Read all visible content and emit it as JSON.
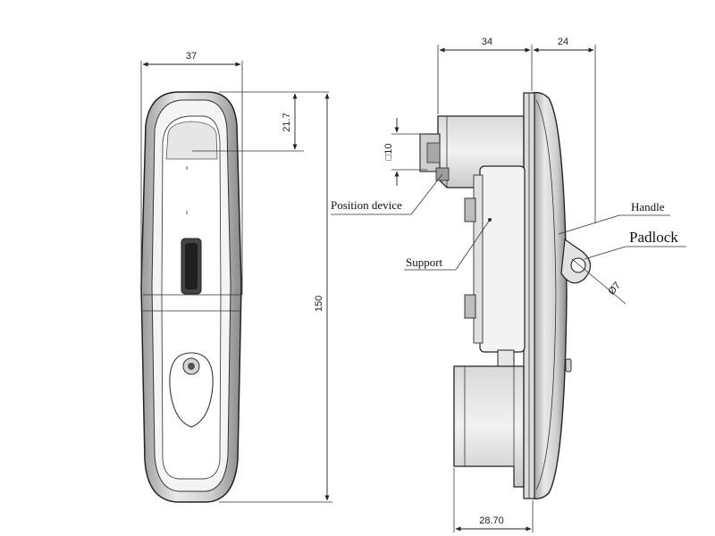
{
  "front_view": {
    "dim_width": "37",
    "dim_top": "21.7",
    "dim_height": "150"
  },
  "side_view": {
    "dim_depth_body": "34",
    "dim_depth_handle": "24",
    "dim_square": "□10",
    "dim_bottom": "28.70",
    "dim_padlock_dia": "Ø7"
  },
  "callouts": {
    "position_device": "Position device",
    "support": "Support",
    "handle": "Handle",
    "padlock": "Padlock"
  }
}
